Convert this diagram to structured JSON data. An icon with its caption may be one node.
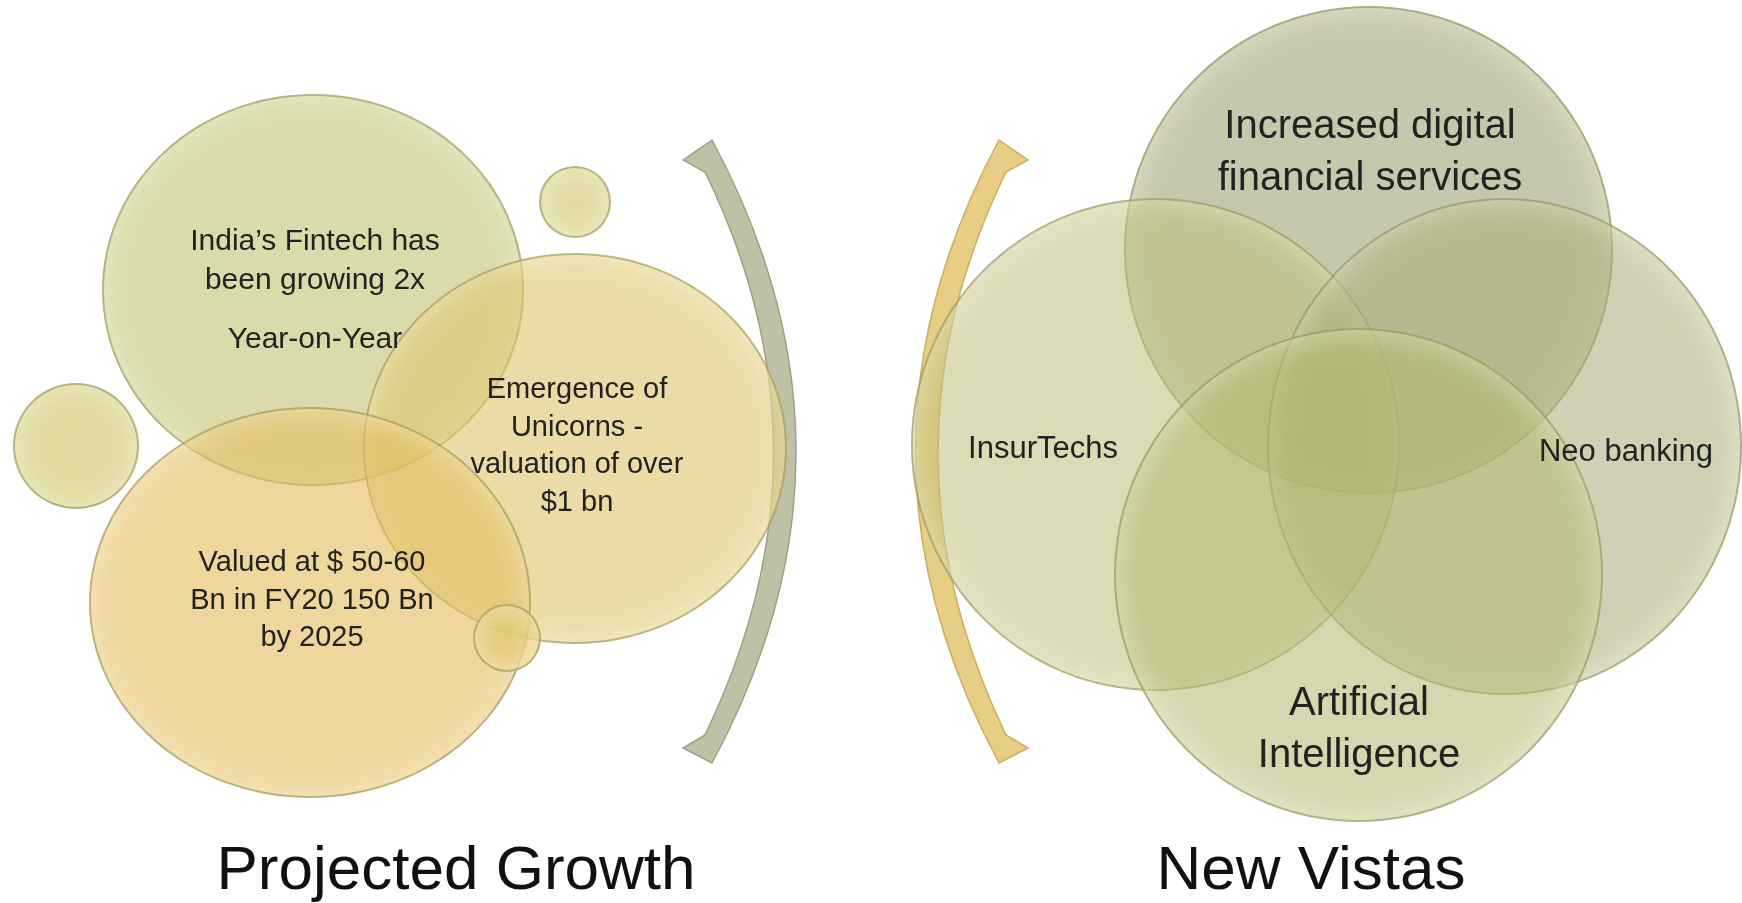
{
  "diagram": {
    "nodes": [
      {
        "text": [
          "India’s Fintech has been growing 2x",
          "Year-on-Year"
        ]
      },
      {
        "text": [],
        "shape": "circle"
      },
      {
        "text": [],
        "shape": "circle"
      },
      {
        "text": [
          "Emergence of Unicorns - valuation of over $1 bn"
        ]
      },
      {
        "text": [
          "Valued at $ 50-60 Bn in FY20 150 Bn by 2025"
        ]
      },
      {
        "text": [],
        "shape": "circle"
      },
      {
        "text": [
          "Increased digital financial services"
        ]
      },
      {
        "text": [
          "InsurTechs"
        ]
      },
      {
        "text": [
          "Neo banking"
        ]
      },
      {
        "text": [
          "Artificial Intelligence"
        ]
      }
    ],
    "labels": [
      "Projected Growth",
      "New Vistas"
    ]
  }
}
